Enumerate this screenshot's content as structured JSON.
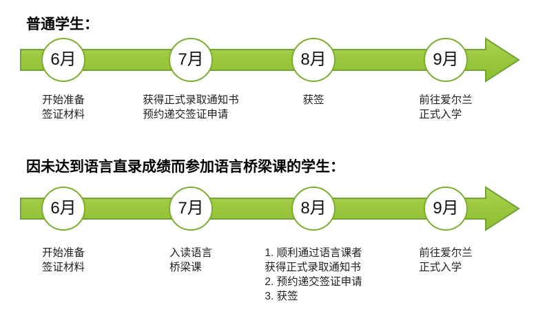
{
  "colors": {
    "arrow_fill": "#9cc83f",
    "arrow_fill_light": "#aed455",
    "arrow_fill_dark": "#8dbd32",
    "arrow_stroke": "#71a233",
    "circle_border": "#7aad2e",
    "text_color": "#1f1f1f",
    "title_color": "#000000"
  },
  "timelines": [
    {
      "title": "普通学生：",
      "milestones": [
        {
          "month": "6月",
          "lines": [
            "开始准备",
            "签证材料"
          ]
        },
        {
          "month": "7月",
          "lines": [
            "获得正式录取通知书",
            "预约递交签证申请"
          ]
        },
        {
          "month": "8月",
          "lines": [
            "获签"
          ]
        },
        {
          "month": "9月",
          "lines": [
            "前往爱尔兰",
            "正式入学"
          ]
        }
      ]
    },
    {
      "title": "因未达到语言直录成绩而参加语言桥梁课的学生：",
      "milestones": [
        {
          "month": "6月",
          "lines": [
            "开始准备",
            "签证材料"
          ]
        },
        {
          "month": "7月",
          "lines": [
            "入读语言",
            "桥梁课"
          ]
        },
        {
          "month": "8月",
          "lines": [
            "1. 顺利通过语言课者",
            "获得正式录取通知书",
            "2. 预约递交签证申请",
            "3. 获签"
          ]
        },
        {
          "month": "9月",
          "lines": [
            "前往爱尔兰",
            "正式入学"
          ]
        }
      ]
    }
  ]
}
